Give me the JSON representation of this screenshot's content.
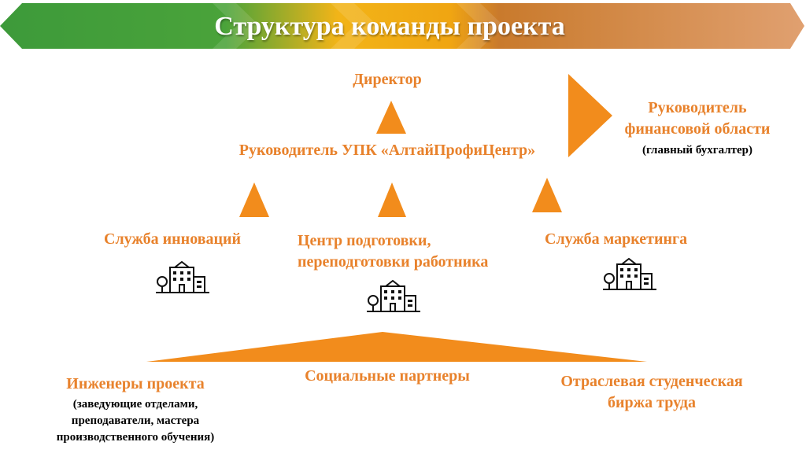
{
  "title": "Структура команды проекта",
  "colors": {
    "accent": "#f28c1c",
    "label": "#e8822c",
    "banner_green": "#3d9a3a",
    "banner_yellow": "#f2b418",
    "banner_orange": "#d98a4a"
  },
  "nodes": {
    "director": "Директор",
    "upk_head": "Руководитель УПК «АлтайПрофиЦентр»",
    "finance_head": {
      "line1": "Руководитель",
      "line2": "финансовой области",
      "note": "(главный бухгалтер)"
    },
    "innovation": "Служба инноваций",
    "training_center": {
      "line1": "Центр подготовки,",
      "line2": "переподготовки работника"
    },
    "marketing": "Служба маркетинга",
    "social_partners": "Социальные партнеры",
    "engineers": {
      "title": "Инженеры проекта",
      "note1": "(заведующие отделами,",
      "note2": "преподаватели, мастера",
      "note3": "производственного обучения)"
    },
    "student_exchange": {
      "line1": "Отраслевая студенческая",
      "line2": "биржа труда"
    }
  },
  "icons": [
    "building-icon",
    "building-icon",
    "building-icon"
  ]
}
